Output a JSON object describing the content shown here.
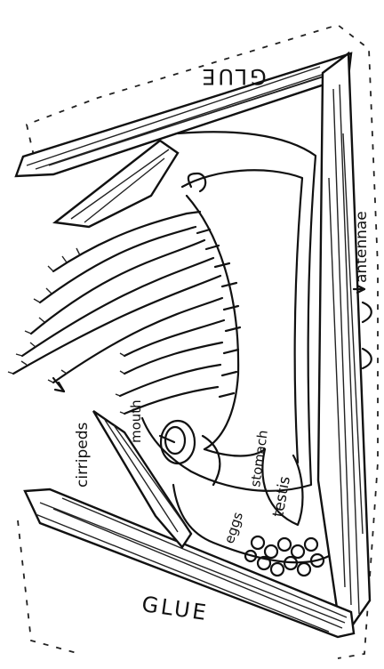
{
  "labels": {
    "glue_top": "GLUE",
    "glue_bottom": "GLUE",
    "antennae": "antennae",
    "cirripeds": "cirripeds",
    "mouth": "mouth",
    "stomach": "stomach",
    "testis": "testis",
    "eggs": "eggs"
  }
}
